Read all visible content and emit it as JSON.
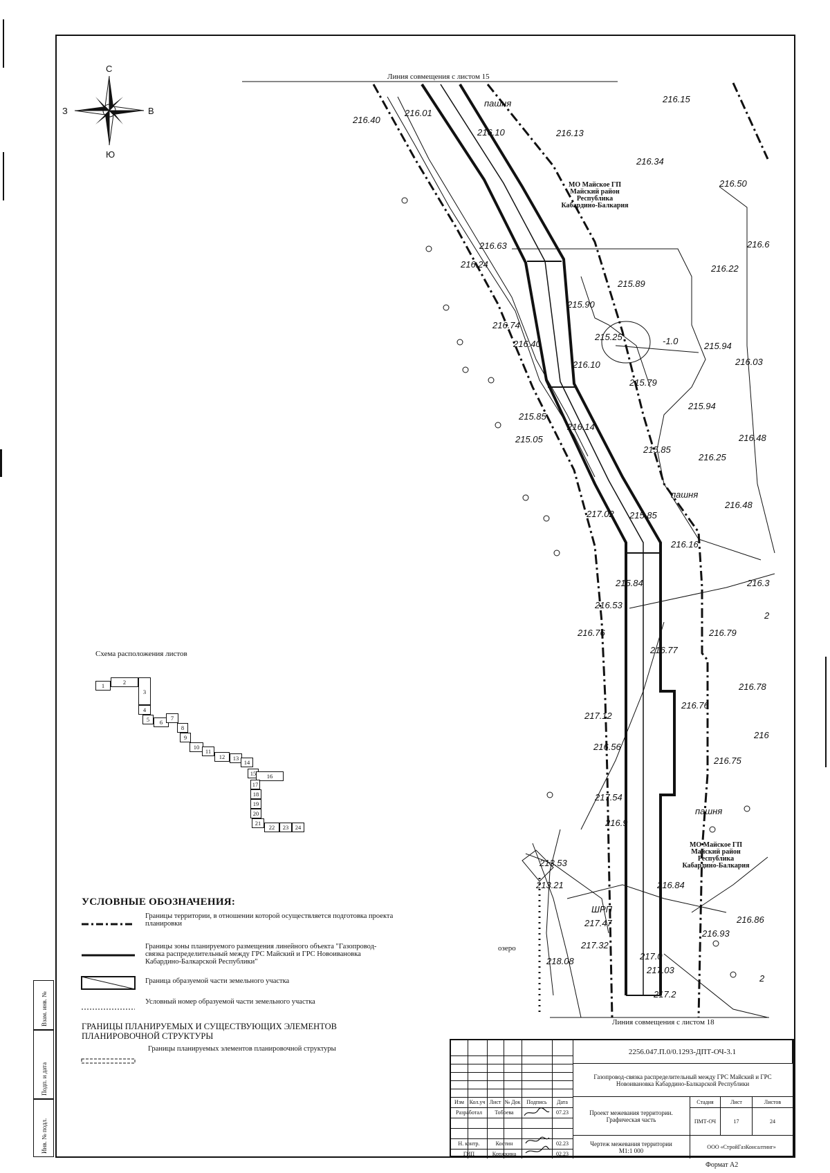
{
  "compass": {
    "north": "С",
    "south": "Ю",
    "west": "З",
    "east": "В"
  },
  "match_lines": {
    "top": "Линия совмещения с листом 15",
    "bottom": "Линия совмещения с листом 18"
  },
  "land_labels": {
    "pashnya": [
      "пашня",
      "пашня",
      "пашня"
    ],
    "lake": "озеро",
    "grp": "ШРП"
  },
  "municipality_labels": [
    [
      "МО Майское ГП",
      "Майский район",
      "Республика",
      "Кабардино-Балкария"
    ],
    [
      "МО Майское ГП",
      "Майский район",
      "Республика",
      "Кабардино-Балкария"
    ]
  ],
  "elevations": [
    "216.15",
    "216.01",
    "216.40",
    "216.10",
    "216.13",
    "216.34",
    "216.50",
    "216.63",
    "216.24",
    "216.6",
    "216.22",
    "215.89",
    "215.90",
    "216.74",
    "216.40",
    "215.25",
    "-1.0",
    "215.94",
    "216.03",
    "216.10",
    "215.79",
    "215.94",
    "215.85",
    "216.14",
    "215.05",
    "215.85",
    "216.48",
    "216.25",
    "216.48",
    "217.02",
    "215.85",
    "216.16",
    "215.84",
    "216.53",
    "216.3",
    "2",
    "216.76",
    "216.77",
    "216.79",
    "216.78",
    "217.12",
    "216.76",
    "216",
    "216.56",
    "216.75",
    "217.54",
    "216.9",
    "213.53",
    "213.21",
    "216.84",
    "217.47",
    "216.86",
    "217.32",
    "216.93",
    "217.0",
    "218.08",
    "217.03",
    "2",
    "217.2"
  ],
  "scheme": {
    "title": "Схема расположения листов",
    "sheets": [
      "1",
      "2",
      "3",
      "4",
      "5",
      "6",
      "7",
      "8",
      "9",
      "10",
      "11",
      "12",
      "13",
      "14",
      "15",
      "16",
      "17",
      "18",
      "19",
      "20",
      "21",
      "22",
      "23",
      "24"
    ]
  },
  "legend": {
    "title": "УСЛОВНЫЕ ОБОЗНАЧЕНИЯ:",
    "items": [
      "Границы территории, в отношении которой осуществляется подготовка проекта планировки",
      "Границы зоны планируемого размещения линейного объекта \"Газопровод-связка распределительный между ГРС Майский и ГРС Новоивановка Кабардино-Балкарской Республики\"",
      "Граница образуемой части земельного участка",
      "Условный номер образуемой части земельного участка"
    ],
    "section2_title": "ГРАНИЦЫ ПЛАНИРУЕМЫХ И СУЩЕСТВУЮЩИХ ЭЛЕМЕНТОВ ПЛАНИРОВОЧНОЙ СТРУКТУРЫ",
    "section2_items": [
      "Границы планируемых элементов планировочной структуры"
    ]
  },
  "side_stamps": [
    "Взам. инв. №",
    "Подп. и дата",
    "Инв. № подл."
  ],
  "title_block": {
    "code": "2256.047.П.0/0.1293-ДПТ-ОЧ-3.1",
    "object": "Газопровод-связка распределительный между ГРС Майский и ГРС Новоивановка Кабардино-Балкарской Республики",
    "headers": [
      "Изм",
      "Кол.уч",
      "Лист",
      "№ Док",
      "Подпись",
      "Дата"
    ],
    "developer_role": "Разработал",
    "developer_name": "Тобоева",
    "developer_date": "07.23",
    "nkontr_role": "Н. контр.",
    "nkontr_name": "Костин",
    "nkontr_date": "02.23",
    "gip_role": "ГИП",
    "gip_name": "Коржкина",
    "gip_date": "02.23",
    "project": "Проект межевания территории. Графическая часть",
    "stage_header": "Стадия",
    "sheet_header": "Лист",
    "sheets_header": "Листов",
    "stage": "ПМТ-ОЧ",
    "sheet": "17",
    "sheets": "24",
    "drawing": "Чертеж межевания территории М1:1 000",
    "company": "ООО «СтройГазКонсалтинг»"
  },
  "format": "Формат А2"
}
